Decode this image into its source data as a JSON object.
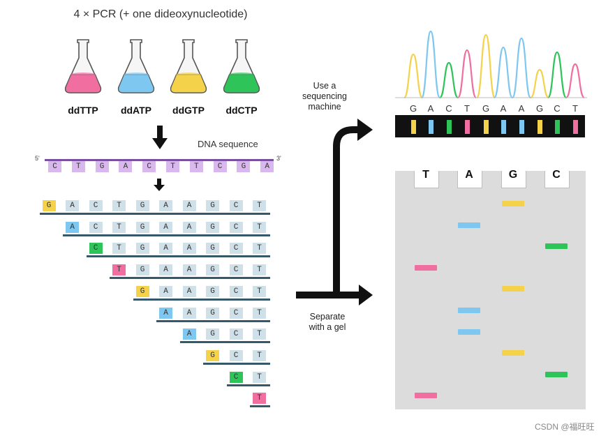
{
  "title": "4 × PCR (+ one dideoxynucleotide)",
  "flasks": [
    {
      "label": "ddTTP",
      "color": "#f06ea0"
    },
    {
      "label": "ddATP",
      "color": "#7ec7f0"
    },
    {
      "label": "ddGTP",
      "color": "#f4d24a"
    },
    {
      "label": "ddCTP",
      "color": "#2fc45a"
    }
  ],
  "dna_sequence_label": "DNA sequence",
  "five_prime": "5'",
  "three_prime": "3'",
  "template_bases": [
    "C",
    "T",
    "G",
    "A",
    "C",
    "T",
    "T",
    "C",
    "G",
    "A"
  ],
  "fragments": [
    {
      "bases": [
        "G",
        "A",
        "C",
        "T",
        "G",
        "A",
        "A",
        "G",
        "C",
        "T"
      ],
      "terminal_color": "#f4d24a"
    },
    {
      "bases": [
        "A",
        "C",
        "T",
        "G",
        "A",
        "A",
        "G",
        "C",
        "T"
      ],
      "terminal_color": "#7ec7f0"
    },
    {
      "bases": [
        "C",
        "T",
        "G",
        "A",
        "A",
        "G",
        "C",
        "T"
      ],
      "terminal_color": "#2fc45a"
    },
    {
      "bases": [
        "T",
        "G",
        "A",
        "A",
        "G",
        "C",
        "T"
      ],
      "terminal_color": "#f06ea0"
    },
    {
      "bases": [
        "G",
        "A",
        "A",
        "G",
        "C",
        "T"
      ],
      "terminal_color": "#f4d24a"
    },
    {
      "bases": [
        "A",
        "A",
        "G",
        "C",
        "T"
      ],
      "terminal_color": "#7ec7f0"
    },
    {
      "bases": [
        "A",
        "G",
        "C",
        "T"
      ],
      "terminal_color": "#7ec7f0"
    },
    {
      "bases": [
        "G",
        "C",
        "T"
      ],
      "terminal_color": "#f4d24a"
    },
    {
      "bases": [
        "C",
        "T"
      ],
      "terminal_color": "#2fc45a"
    },
    {
      "bases": [
        "T"
      ],
      "terminal_color": "#f06ea0"
    }
  ],
  "sequencing_text": [
    "Use a",
    "sequencing",
    "machine"
  ],
  "gel_text": [
    "Separate",
    "with a gel"
  ],
  "chromatogram_letters": [
    "G",
    "A",
    "C",
    "T",
    "G",
    "A",
    "A",
    "G",
    "C",
    "T"
  ],
  "base_colors": {
    "T": "#f06ea0",
    "A": "#7ec7f0",
    "G": "#f4d24a",
    "C": "#2fc45a"
  },
  "gel_lanes": [
    "T",
    "A",
    "G",
    "C"
  ],
  "gel_bands": [
    {
      "lane": "G"
    },
    {
      "lane": "A"
    },
    {
      "lane": "C"
    },
    {
      "lane": "T"
    },
    {
      "lane": "G"
    },
    {
      "lane": "A"
    },
    {
      "lane": "A"
    },
    {
      "lane": "G"
    },
    {
      "lane": "C"
    },
    {
      "lane": "T"
    }
  ],
  "watermark": "CSDN @福旺旺"
}
